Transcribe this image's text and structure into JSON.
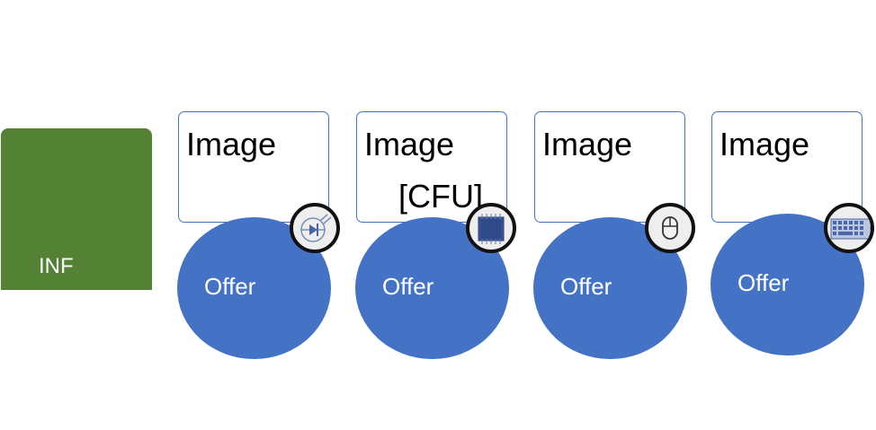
{
  "inf": {
    "label": "INF"
  },
  "cards": [
    {
      "image_label": "Image",
      "subtext": "",
      "offer_label": "Offer",
      "icon": "diode-icon"
    },
    {
      "image_label": "Image",
      "subtext": "[CFU]",
      "offer_label": "Offer",
      "icon": "chip-icon"
    },
    {
      "image_label": "Image",
      "subtext": "",
      "offer_label": "Offer",
      "icon": "mouse-icon"
    },
    {
      "image_label": "Image",
      "subtext": "",
      "offer_label": "Offer",
      "icon": "keyboard-icon"
    }
  ],
  "colors": {
    "inf": "#548235",
    "offer": "#4472c4",
    "box_border": "#4472c4"
  }
}
